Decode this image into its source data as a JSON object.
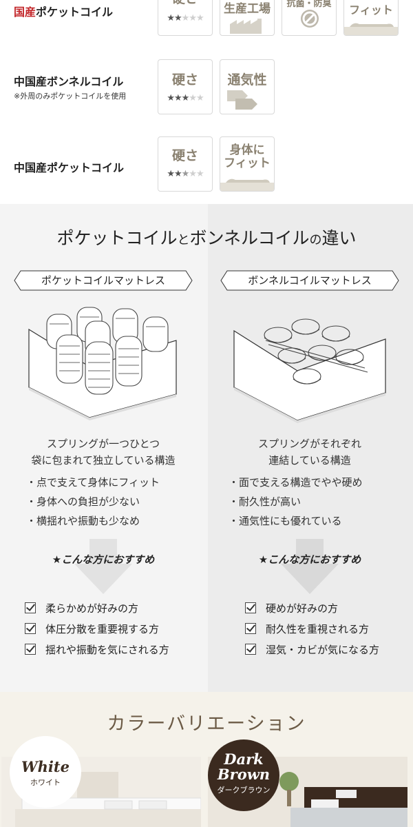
{
  "spec_rows": [
    {
      "name_prefix": "国産",
      "name_suffix": "ポケットコイル",
      "badges": [
        {
          "title": "硬さ",
          "stars": "★★★★★"
        },
        {
          "title": "生産工場"
        },
        {
          "title": "抗菌・防臭"
        },
        {
          "title": "フィット"
        }
      ]
    },
    {
      "name": "中国産ボンネルコイル",
      "sub": "※外周のみポケットコイルを使用",
      "badges": [
        {
          "title": "硬さ",
          "stars": "★★★★★"
        },
        {
          "title": "通気性"
        }
      ]
    },
    {
      "name": "中国産ポケットコイル",
      "badges": [
        {
          "title": "硬さ",
          "stars": "★★★★★"
        },
        {
          "title_line1": "身体に",
          "title_line2": "フィット"
        }
      ]
    }
  ],
  "ratings": {
    "row1_hardness": 2,
    "row2_hardness": 3,
    "row3_hardness": 2.5
  },
  "comparison": {
    "title_part1": "ポケットコイル",
    "title_and": "と",
    "title_part2": "ボンネルコイル",
    "title_no": "の",
    "title_part3": "違い",
    "pocket": {
      "label": "ポケットコイルマットレス",
      "desc_line1": "スプリングが一つひとつ",
      "desc_line2": "袋に包まれて独立している構造",
      "bullets": [
        "・点で支えて身体にフィット",
        "・身体への負担が少ない",
        "・横揺れや振動も少なめ"
      ],
      "recommend": "★こんな方におすすめ",
      "checks": [
        "柔らかめが好みの方",
        "体圧分散を重要視する方",
        "揺れや振動を気にされる方"
      ]
    },
    "bonnell": {
      "label": "ボンネルコイルマットレス",
      "desc_line1": "スプリングがそれぞれ",
      "desc_line2": "連結している構造",
      "bullets": [
        "・面で支える構造でやや硬め",
        "・耐久性が高い",
        "・通気性にも優れている"
      ],
      "recommend": "★こんな方におすすめ",
      "checks": [
        "硬めが好みの方",
        "耐久性を重視される方",
        "湿気・カビが気になる方"
      ]
    }
  },
  "color_variation": {
    "title": "カラーバリエーション",
    "white": {
      "name": "White",
      "kana": "ホワイト"
    },
    "dark_brown": {
      "name_line1": "Dark",
      "name_line2": "Brown",
      "kana": "ダークブラウン"
    }
  },
  "colors": {
    "red": "#c3272b",
    "badge_text": "#8a8170",
    "brown": "#3b2a1f"
  }
}
